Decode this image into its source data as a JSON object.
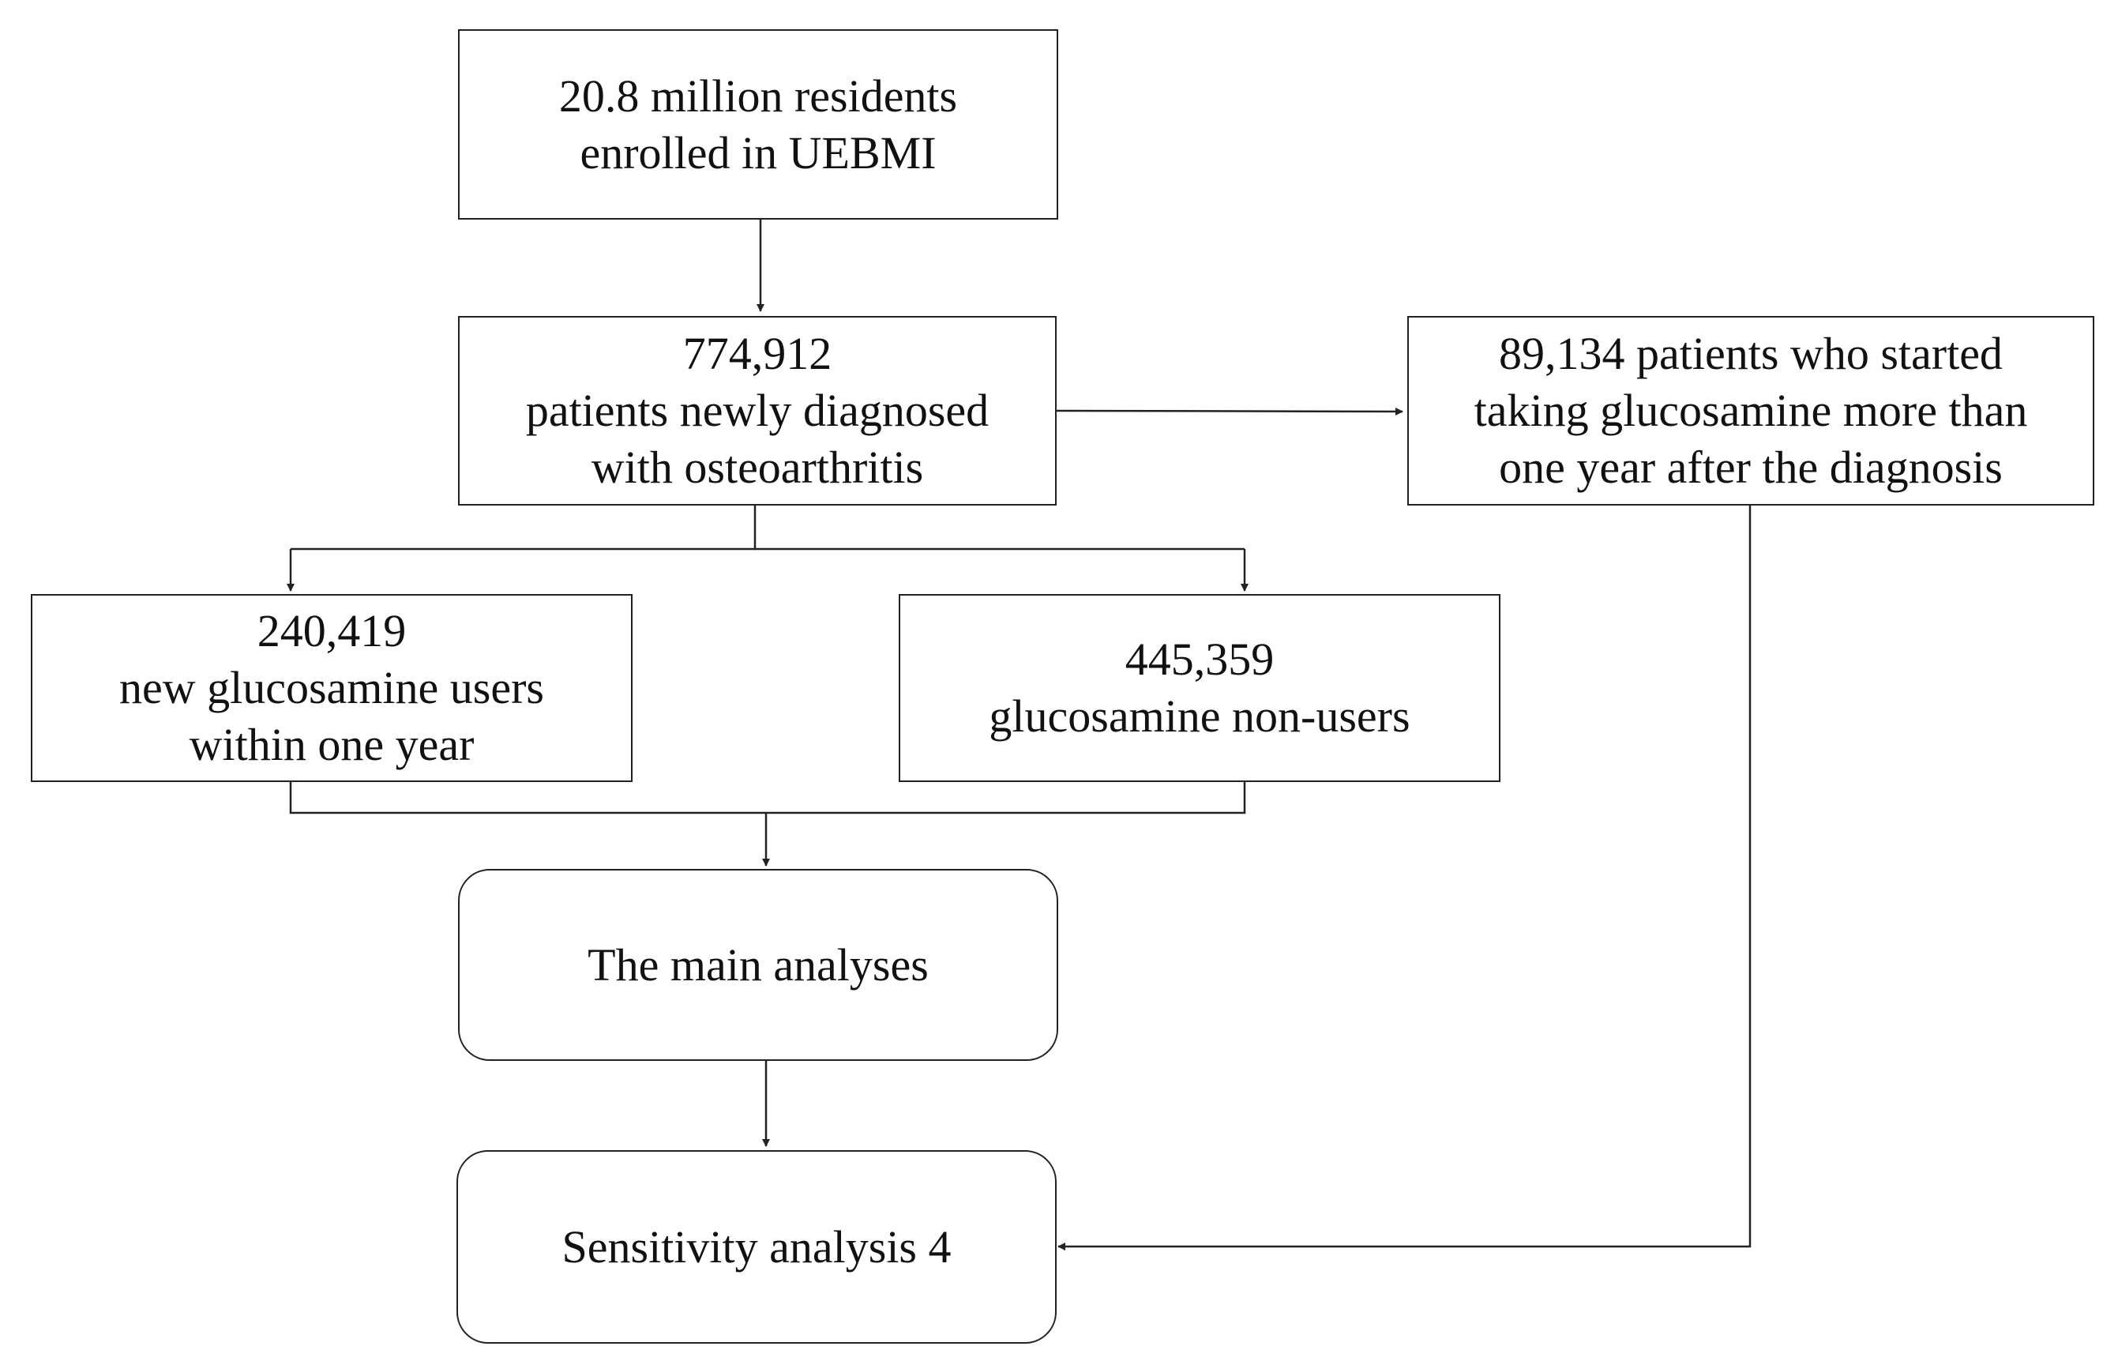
{
  "diagram": {
    "residents": {
      "lines": [
        "20.8 million  residents",
        "enrolled in UEBMI"
      ]
    },
    "diagnosed": {
      "lines": [
        "774,912",
        "patients newly diagnosed",
        "with osteoarthritis"
      ]
    },
    "late_starters": {
      "lines": [
        "89,134 patients who started",
        "taking glucosamine  more than",
        "one year after the diagnosis"
      ]
    },
    "users": {
      "lines": [
        "240,419",
        "new glucosamine  users",
        "within one year"
      ]
    },
    "non_users": {
      "lines": [
        "445,359",
        "glucosamine  non-users"
      ]
    },
    "main_analyses": {
      "label": "The main analyses"
    },
    "sensitivity": {
      "label": "Sensitivity  analysis 4"
    }
  }
}
